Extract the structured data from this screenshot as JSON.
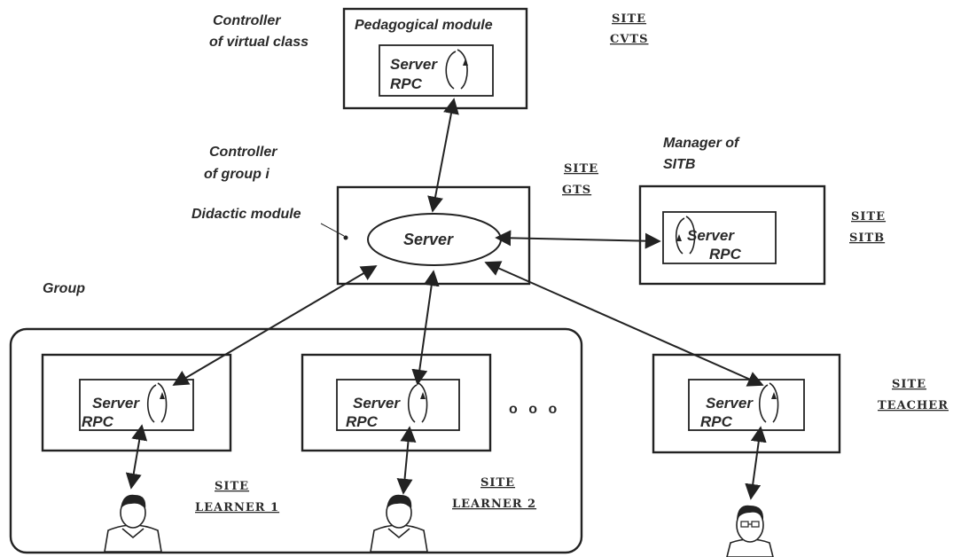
{
  "labels": {
    "controller_virtual_class_1": "Controller",
    "controller_virtual_class_2": "of virtual class",
    "pedagogical_module": "Pedagogical module",
    "controller_group_1": "Controller",
    "controller_group_2": "of group  i",
    "didactic_module": "Didactic module",
    "manager_sitb_1": "Manager of",
    "manager_sitb_2": "SITB",
    "group": "Group",
    "ellipsis": "o o o"
  },
  "servers": {
    "rpc_server": "Server",
    "rpc_suffix": "RPC",
    "central_server": "Server"
  },
  "sites": {
    "cvts": [
      "SITE",
      "CVTS"
    ],
    "gts": [
      "SITE",
      "GTS"
    ],
    "sitb": [
      "SITE",
      "SITB"
    ],
    "teacher": [
      "SITE",
      "TEACHER"
    ],
    "learner1": [
      "SITE",
      "LEARNER  1"
    ],
    "learner2": [
      "SITE",
      "LEARNER  2"
    ]
  }
}
